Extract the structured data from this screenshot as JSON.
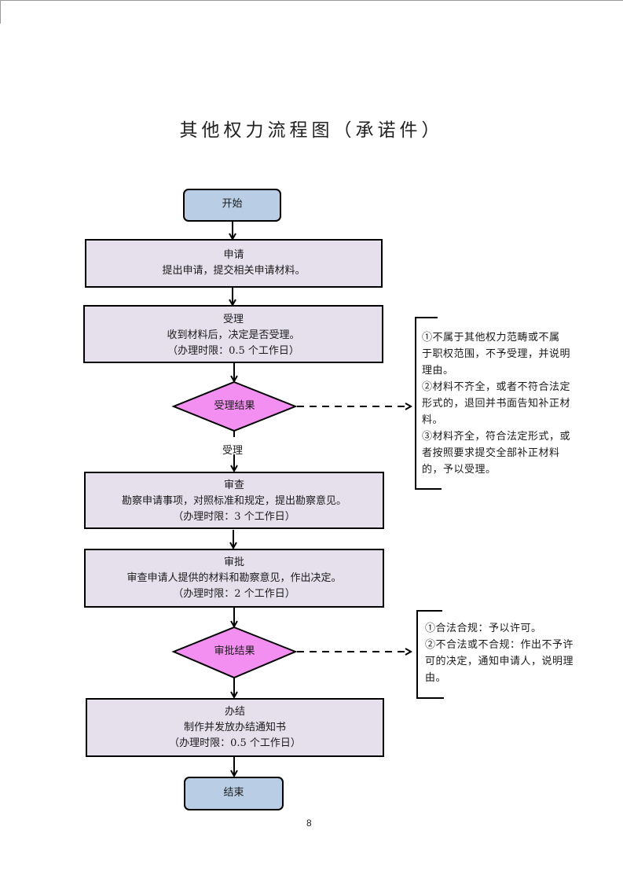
{
  "page": {
    "title": "其他权力流程图（承诺件）",
    "page_number": "8"
  },
  "colors": {
    "terminal_fill": "#b9cde5",
    "process_fill": "#e5e0ec",
    "decision_fill": "#f28ff0",
    "stroke": "#000000"
  },
  "nodes": {
    "start": {
      "label": "开始"
    },
    "apply": {
      "title": "申请",
      "lines": [
        "提出申请，提交相关申请材料。"
      ]
    },
    "accept": {
      "title": "受理",
      "lines": [
        "收到材料后，决定是否受理。",
        "（办理时限：0.5 个工作日）"
      ]
    },
    "accept_decision": {
      "label": "受理结果"
    },
    "accept_branch_label": "受理",
    "review": {
      "title": "审查",
      "lines": [
        "勘察申请事项，对照标准和规定，提出勘察意见。",
        "（办理时限：3 个工作日）"
      ]
    },
    "approve": {
      "title": "审批",
      "lines": [
        "审查申请人提供的材料和勘察意见，作出决定。",
        "（办理时限：2 个工作日）"
      ]
    },
    "approve_decision": {
      "label": "审批结果"
    },
    "complete": {
      "title": "办结",
      "lines": [
        "制作并发放办结通知书",
        "（办理时限：0.5 个工作日）"
      ]
    },
    "end": {
      "label": "结束"
    }
  },
  "notes": {
    "accept_result": [
      "①不属于其他权力范畴或不属",
      "于职权范围，不予受理，并说明",
      "理由。",
      "②材料不齐全，或者不符合法定",
      "形式的，退回并书面告知补正材",
      "料。",
      "③材料齐全，符合法定形式，或",
      "者按照要求提交全部补正材料",
      "的，予以受理。"
    ],
    "approve_result": [
      "①合法合规：予以许可。",
      "②不合法或不合规：作出不予许",
      "可的决定，通知申请人，说明理",
      "由。"
    ]
  }
}
